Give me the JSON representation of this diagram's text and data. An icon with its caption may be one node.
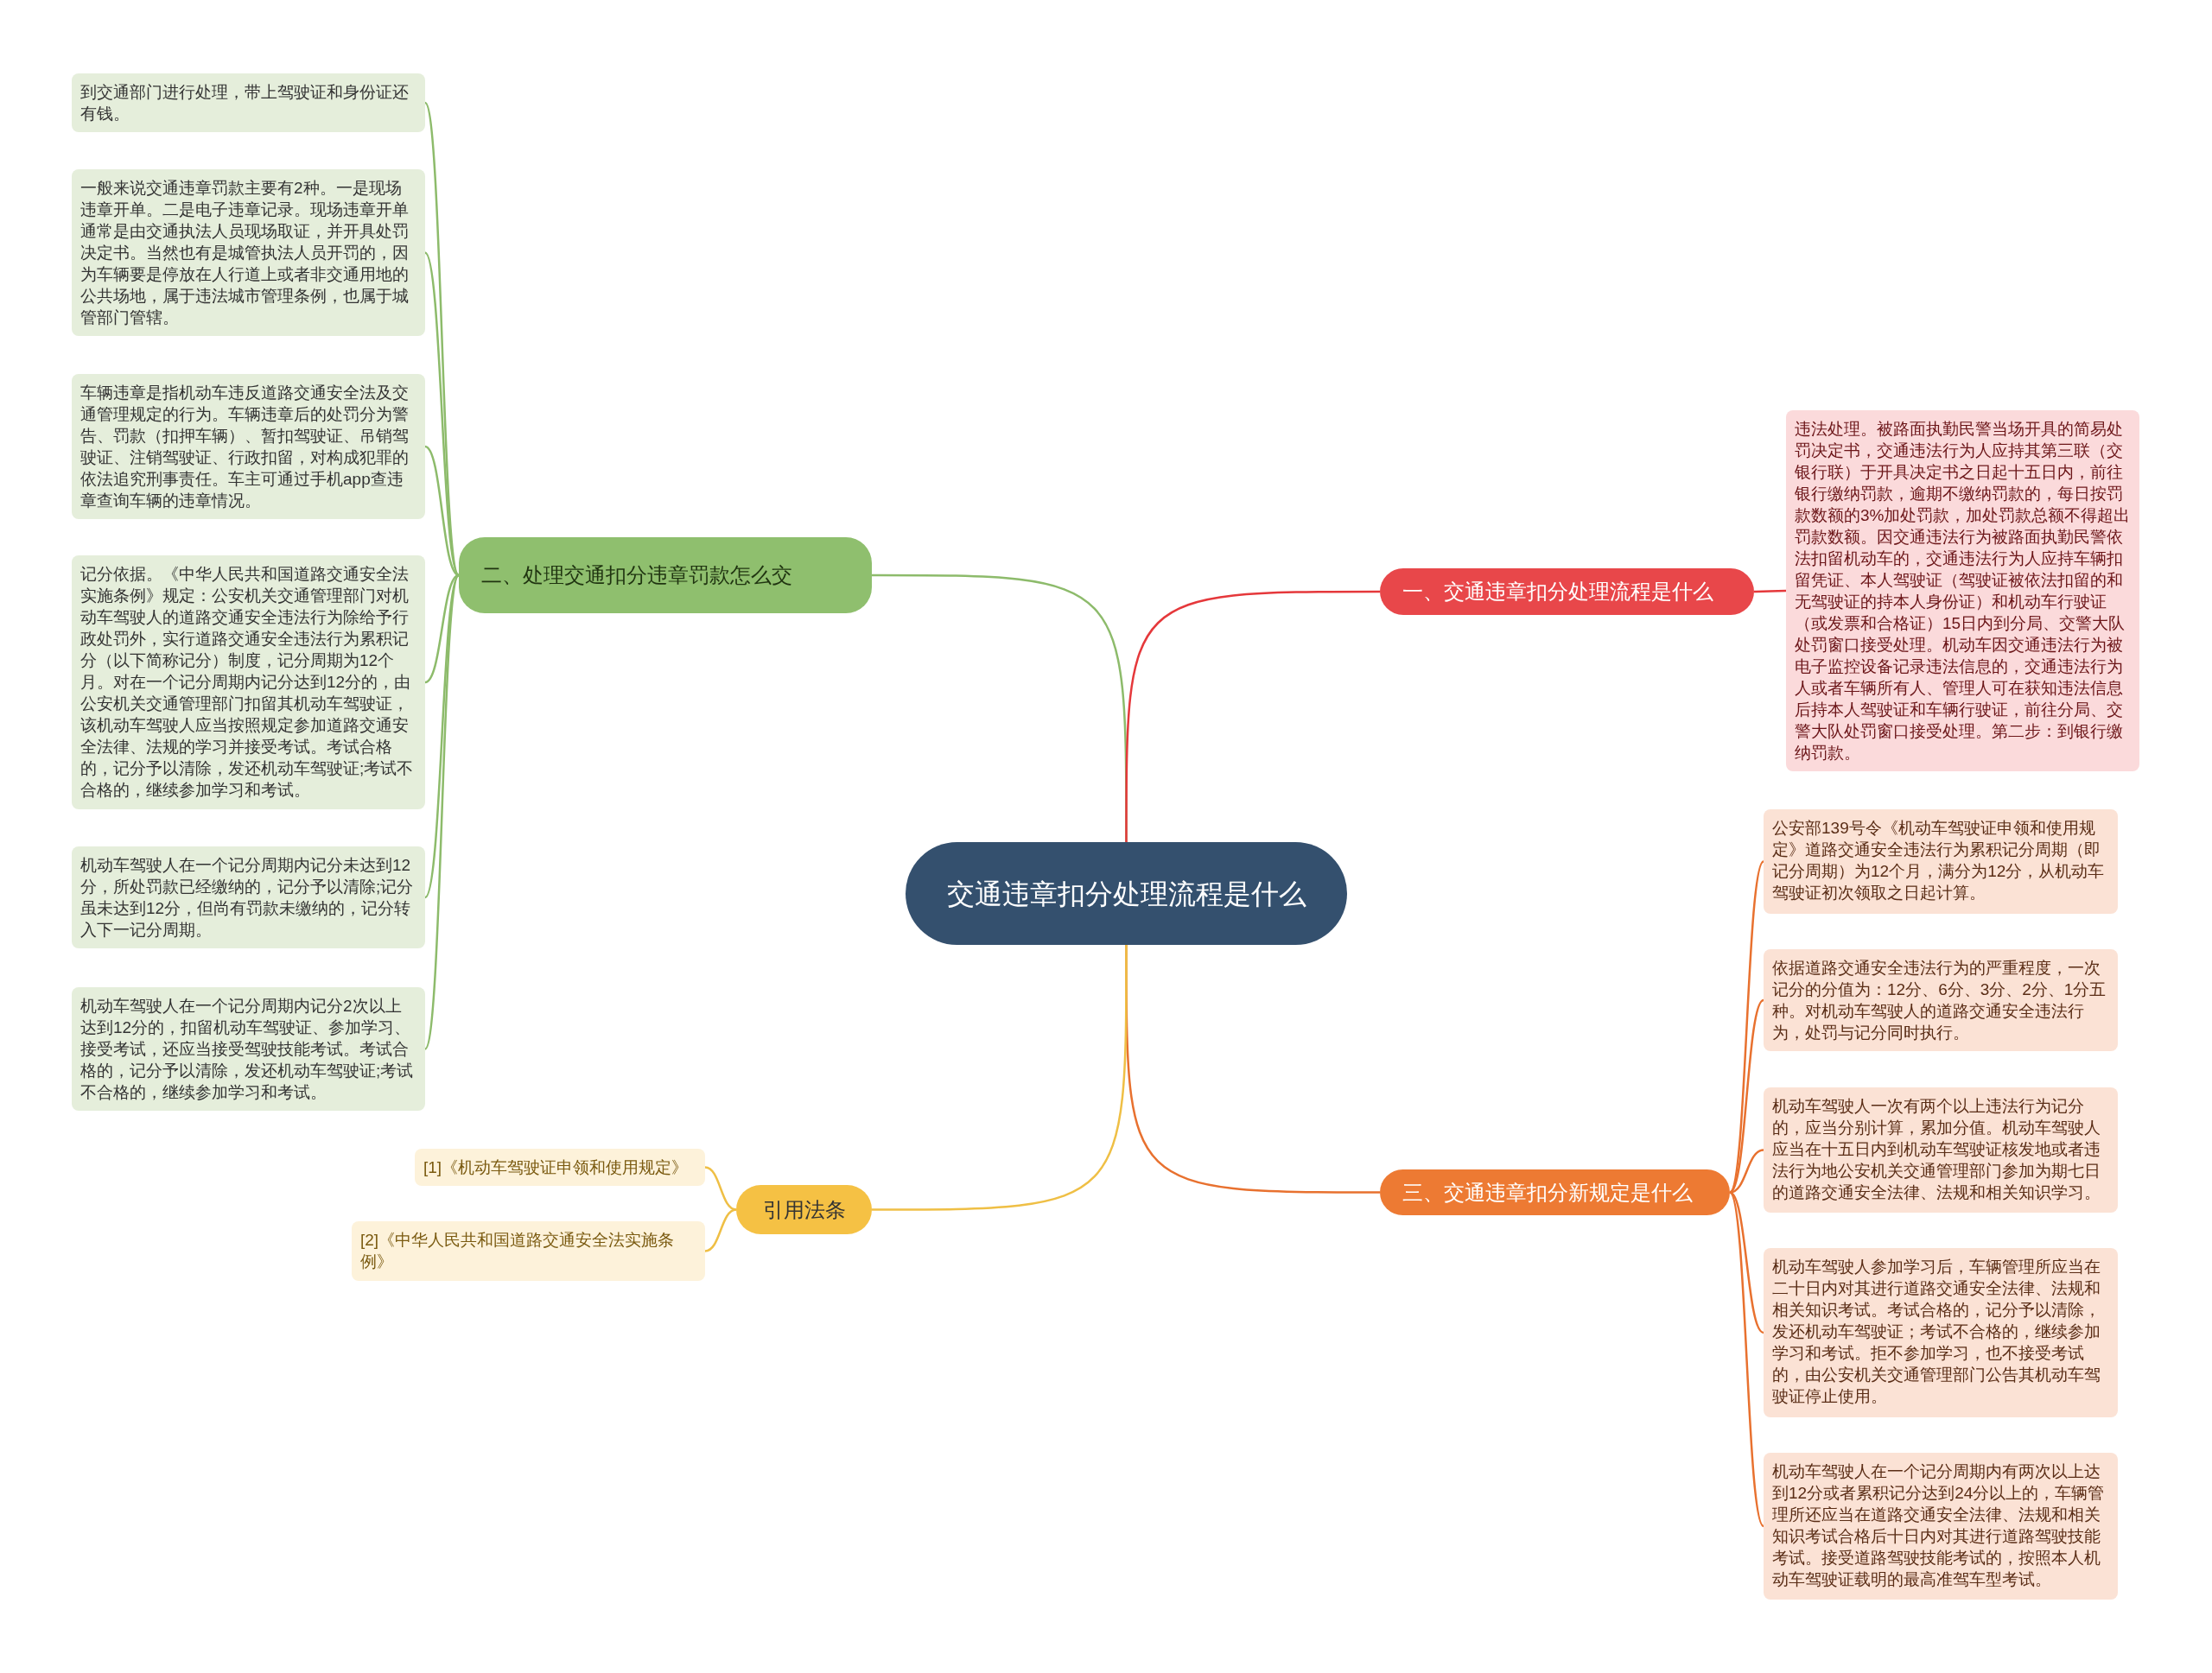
{
  "diagram": {
    "nodes": [
      {
        "text": [
          "交通违章扣分处理流程是什么"
        ]
      },
      {
        "text": [
          "二、处理交通扣分违章罚款怎么交"
        ]
      },
      {
        "text": [
          "到交通部门进行处理，带上驾驶证和身份证还有钱。"
        ]
      },
      {
        "text": [
          "一般来说交通违章罚款主要有2种。一是现场违章开单。二是电子违章记录。现场违章开单通常是由交通执法人员现场取证，并开具处罚决定书。当然也有是城管执法人员开罚的，因为车辆要是停放在人行道上或者非交通用地的公共场地，属于违法城市管理条例，也属于城管部门管辖。"
        ]
      },
      {
        "text": [
          "车辆违章是指机动车违反道路交通安全法及交通管理规定的行为。车辆违章后的处罚分为警告、罚款（扣押车辆）、暂扣驾驶证、吊销驾驶证、注销驾驶证、行政扣留，对构成犯罪的依法追究刑事责任。车主可通过手机app查违章查询车辆的违章情况。"
        ]
      },
      {
        "text": [
          "记分依据。《中华人民共和国道路交通安全法实施条例》规定：公安机关交通管理部门对机动车驾驶人的道路交通安全违法行为除给予行政处罚外，实行道路交通安全违法行为累积记分（以下简称记分）制度，记分周期为12个月。对在一个记分周期内记分达到12分的，由公安机关交通管理部门扣留其机动车驾驶证，该机动车驾驶人应当按照规定参加道路交通安全法律、法规的学习并接受考试。考试合格的，记分予以清除，发还机动车驾驶证;考试不合格的，继续参加学习和考试。"
        ]
      },
      {
        "text": [
          "机动车驾驶人在一个记分周期内记分未达到12分，所处罚款已经缴纳的，记分予以清除;记分虽未达到12分，但尚有罚款未缴纳的，记分转入下一记分周期。"
        ]
      },
      {
        "text": [
          "机动车驾驶人在一个记分周期内记分2次以上达到12分的，扣留机动车驾驶证、参加学习、接受考试，还应当接受驾驶技能考试。考试合格的，记分予以清除，发还机动车驾驶证;考试不合格的，继续参加学习和考试。"
        ]
      },
      {
        "text": [
          "一、交通违章扣分处理流程是什么"
        ]
      },
      {
        "text": [
          "违法处理。被路面执勤民警当场开具的简易处罚决定书，交通违法行为人应持其第三联（交银行联）于开具决定书之日起十五日内，前往银行缴纳罚款，逾期不缴纳罚款的，每日按罚款数额的3%加处罚款，加处罚款总额不得超出罚款数额。因交通违法行为被路面执勤民警依法扣留机动车的，交通违法行为人应持车辆扣留凭证、本人驾驶证（驾驶证被依法扣留的和无驾驶证的持本人身份证）和机动车行驶证（或发票和合格证）15日内到分局、交警大队处罚窗口接受处理。机动车因交通违法行为被电子监控设备记录违法信息的，交通违法行为人或者车辆所有人、管理人可在获知违法信息后持本人驾驶证和车辆行驶证，前往分局、交警大队处罚窗口接受处理。第二步：到银行缴纳罚款。"
        ]
      },
      {
        "text": [
          "三、交通违章扣分新规定是什么"
        ]
      },
      {
        "text": [
          "公安部139号令《机动车驾驶证申领和使用规定》道路交通安全违法行为累积记分周期（即记分周期）为12个月，满分为12分，从机动车驾驶证初次领取之日起计算。"
        ]
      },
      {
        "text": [
          "依据道路交通安全违法行为的严重程度，一次记分的分值为：12分、6分、3分、2分、1分五种。对机动车驾驶人的道路交通安全违法行为，处罚与记分同时执行。"
        ]
      },
      {
        "text": [
          "机动车驾驶人一次有两个以上违法行为记分的，应当分别计算，累加分值。机动车驾驶人应当在十五日内到机动车驾驶证核发地或者违法行为地公安机关交通管理部门参加为期七日的道路交通安全法律、法规和相关知识学习。"
        ]
      },
      {
        "text": [
          "机动车驾驶人参加学习后，车辆管理所应当在二十日内对其进行道路交通安全法律、法规和相关知识考试。考试合格的，记分予以清除，发还机动车驾驶证；考试不合格的，继续参加学习和考试。拒不参加学习，也不接受考试的，由公安机关交通管理部门公告其机动车驾驶证停止使用。"
        ]
      },
      {
        "text": [
          "机动车驾驶人在一个记分周期内有两次以上达到12分或者累积记分达到24分以上的，车辆管理所还应当在道路交通安全法律、法规和相关知识考试合格后十日内对其进行道路驾驶技能考试。接受道路驾驶技能考试的，按照本人机动车驾驶证载明的最高准驾车型考试。"
        ]
      },
      {
        "text": [
          "引用法条"
        ]
      },
      {
        "text": [
          "[1]《机动车驾驶证申领和使用规定》"
        ]
      },
      {
        "text": [
          "[2]《中华人民共和国道路交通安全法实施条例》"
        ]
      }
    ],
    "edges": [
      {
        "from": 0,
        "to": 1,
        "arrow": "none",
        "color": "#8dbb6b"
      },
      {
        "from": 1,
        "to": 2,
        "arrow": "none",
        "color": "#8dbb6b"
      },
      {
        "from": 1,
        "to": 3,
        "arrow": "none",
        "color": "#8dbb6b"
      },
      {
        "from": 1,
        "to": 4,
        "arrow": "none",
        "color": "#8dbb6b"
      },
      {
        "from": 1,
        "to": 5,
        "arrow": "none",
        "color": "#8dbb6b"
      },
      {
        "from": 1,
        "to": 6,
        "arrow": "none",
        "color": "#8dbb6b"
      },
      {
        "from": 1,
        "to": 7,
        "arrow": "none",
        "color": "#8dbb6b"
      },
      {
        "from": 0,
        "to": 8,
        "arrow": "none",
        "color": "#e5383b"
      },
      {
        "from": 8,
        "to": 9,
        "arrow": "none",
        "color": "#e5383b"
      },
      {
        "from": 0,
        "to": 10,
        "arrow": "none",
        "color": "#e8712f"
      },
      {
        "from": 10,
        "to": 11,
        "arrow": "none",
        "color": "#e8712f"
      },
      {
        "from": 10,
        "to": 12,
        "arrow": "none",
        "color": "#e8712f"
      },
      {
        "from": 10,
        "to": 13,
        "arrow": "none",
        "color": "#e8712f"
      },
      {
        "from": 10,
        "to": 14,
        "arrow": "none",
        "color": "#e8712f"
      },
      {
        "from": 10,
        "to": 15,
        "arrow": "none",
        "color": "#e8712f"
      },
      {
        "from": 0,
        "to": 16,
        "arrow": "none",
        "color": "#efbf45"
      },
      {
        "from": 16,
        "to": 17,
        "arrow": "none",
        "color": "#efbf45"
      },
      {
        "from": 16,
        "to": 18,
        "arrow": "none",
        "color": "#efbf45"
      }
    ]
  }
}
